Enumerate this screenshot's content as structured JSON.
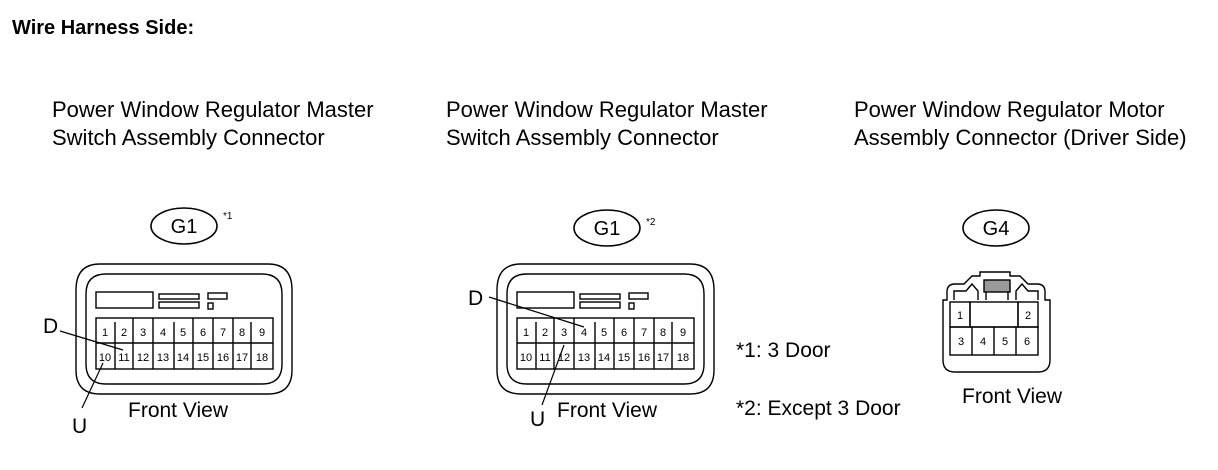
{
  "header": "Wire Harness Side:",
  "connectors": [
    {
      "title_line1": "Power Window Regulator Master",
      "title_line2": "Switch Assembly Connector",
      "code": "G1",
      "note_ref": "*1",
      "view_label": "Front View",
      "leader_top": "D",
      "leader_bottom": "U",
      "pins_top": [
        "1",
        "2",
        "3",
        "4",
        "5",
        "6",
        "7",
        "8",
        "9"
      ],
      "pins_bottom": [
        "10",
        "11",
        "12",
        "13",
        "14",
        "15",
        "16",
        "17",
        "18"
      ]
    },
    {
      "title_line1": "Power Window Regulator Master",
      "title_line2": "Switch Assembly Connector",
      "code": "G1",
      "note_ref": "*2",
      "view_label": "Front View",
      "leader_top": "D",
      "leader_bottom": "U",
      "pins_top": [
        "1",
        "2",
        "3",
        "4",
        "5",
        "6",
        "7",
        "8",
        "9"
      ],
      "pins_bottom": [
        "10",
        "11",
        "12",
        "13",
        "14",
        "15",
        "16",
        "17",
        "18"
      ]
    },
    {
      "title_line1": "Power Window Regulator Motor",
      "title_line2": "Assembly Connector (Driver Side)",
      "code": "G4",
      "view_label": "Front View",
      "pins_top": [
        "1",
        "2"
      ],
      "pins_bottom": [
        "3",
        "4",
        "5",
        "6"
      ]
    }
  ],
  "notes": [
    "*1: 3 Door",
    "*2: Except 3 Door"
  ]
}
